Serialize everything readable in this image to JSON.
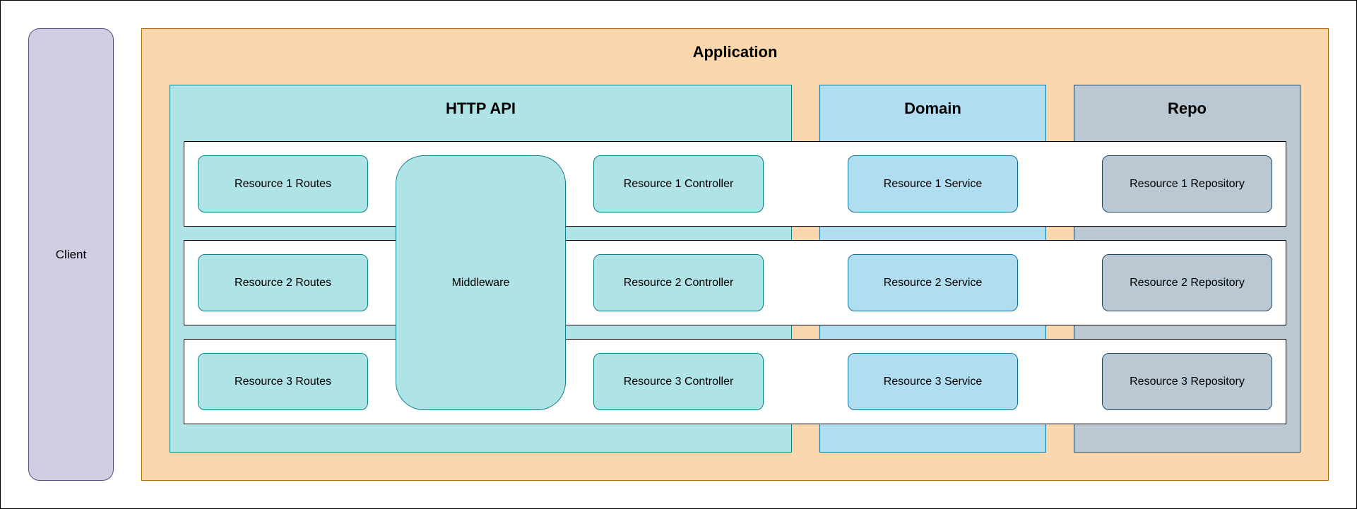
{
  "client": {
    "label": "Client"
  },
  "application": {
    "title": "Application"
  },
  "layers": {
    "http_api": {
      "title": "HTTP API"
    },
    "domain": {
      "title": "Domain"
    },
    "repo": {
      "title": "Repo"
    }
  },
  "middleware": {
    "label": "Middleware"
  },
  "resources": [
    {
      "routes": "Resource 1 Routes",
      "controller": "Resource 1 Controller",
      "service": "Resource 1 Service",
      "repository": "Resource 1 Repository"
    },
    {
      "routes": "Resource 2 Routes",
      "controller": "Resource 2 Controller",
      "service": "Resource 2 Service",
      "repository": "Resource 2 Repository"
    },
    {
      "routes": "Resource 3 Routes",
      "controller": "Resource 3 Controller",
      "service": "Resource 3 Service",
      "repository": "Resource 3 Repository"
    }
  ],
  "colors": {
    "client_fill": "#d0cee2",
    "application_fill": "#fad7ac",
    "http_api_fill": "#b0e3e6",
    "domain_fill": "#b1ddf0",
    "repo_fill": "#bac8d3"
  }
}
